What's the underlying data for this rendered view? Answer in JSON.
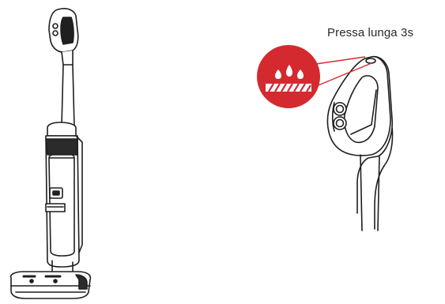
{
  "caption": {
    "text": "Pressa lunga 3s"
  },
  "icons": {
    "vacuum": "upright-wet-dry-vacuum-illustration",
    "handle": "vacuum-handle-closeup",
    "water_button": "water-drops-self-clean-icon"
  },
  "colors": {
    "accent": "#d42a2f",
    "line": "#1f1f1f",
    "background": "#ffffff"
  }
}
